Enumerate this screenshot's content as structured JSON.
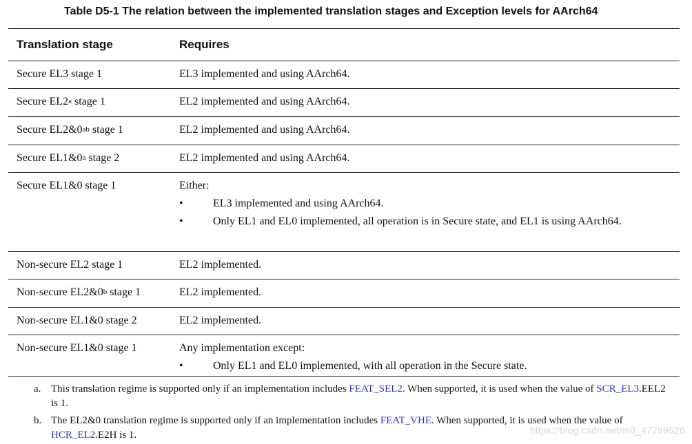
{
  "title": "Table D5-1 The relation between the implemented translation stages and Exception levels for AArch64",
  "table": {
    "headers": [
      "Translation stage",
      "Requires"
    ],
    "rows": [
      {
        "stage_main": "Secure EL3 stage 1",
        "stage_sup": "",
        "stage_tail": "",
        "requires": "EL3 implemented and using AArch64."
      },
      {
        "stage_main": "Secure EL2",
        "stage_sup": "a",
        "stage_tail": " stage 1",
        "requires": "EL2 implemented and using AArch64."
      },
      {
        "stage_main": "Secure EL2&0",
        "stage_sup": "ab",
        "stage_tail": " stage 1",
        "requires": "EL2 implemented and using AArch64."
      },
      {
        "stage_main": "Secure EL1&0",
        "stage_sup": "a",
        "stage_tail": " stage 2",
        "requires": "EL2 implemented and using AArch64."
      },
      {
        "stage_main": "Secure EL1&0 stage 1",
        "requires_intro": "Either:",
        "bullets": [
          "EL3 implemented and using AArch64.",
          "Only EL1 and EL0 implemented, all operation is in Secure state, and EL1 is using AArch64."
        ]
      },
      {
        "stage_main": "Non-secure EL2 stage 1",
        "stage_sup": "",
        "stage_tail": "",
        "requires": "EL2 implemented."
      },
      {
        "stage_main": "Non-secure EL2&0",
        "stage_sup": "b",
        "stage_tail": " stage 1",
        "requires": "EL2 implemented."
      },
      {
        "stage_main": "Non-secure EL1&0 stage 2",
        "stage_sup": "",
        "stage_tail": "",
        "requires": "EL2 implemented."
      },
      {
        "stage_main": "Non-secure EL1&0 stage 1",
        "requires_intro": "Any implementation except:",
        "bullets": [
          "Only EL1 and EL0 implemented, with all operation in the Secure state."
        ]
      }
    ]
  },
  "bullet_char": "•",
  "notes": [
    {
      "label": "a.",
      "before": "This translation regime is supported only if an implementation includes ",
      "link1": "FEAT_SEL2",
      "middle": ". When supported, it is used when the value of ",
      "link2": "SCR_EL3",
      "after": ".EEL2 is 1."
    },
    {
      "label": "b.",
      "before": "The EL2&0 translation regime is supported only if an implementation includes ",
      "link1": "FEAT_VHE",
      "middle": ". When supported, it is used when the value of ",
      "link2": "HCR_EL2",
      "after": ".E2H is 1."
    }
  ],
  "watermark": "https://blog.csdn.net/m0_47799526",
  "colors": {
    "link": "#2d35b8",
    "rule": "#222222",
    "watermark": "#d7d7d7"
  }
}
